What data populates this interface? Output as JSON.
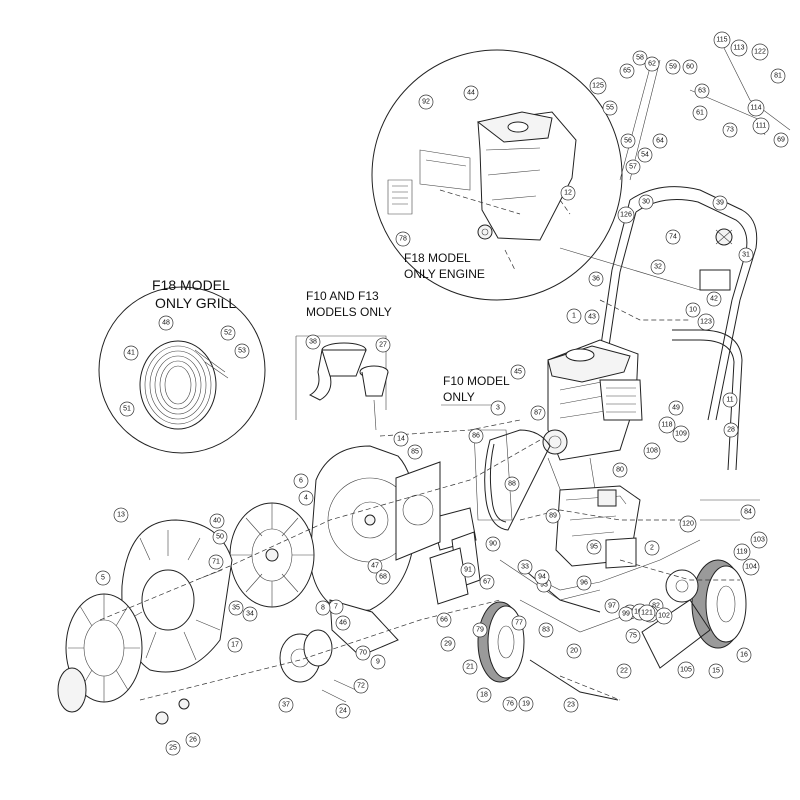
{
  "captions": {
    "f18_grill_1": "F18 MODEL",
    "f18_grill_2": "ONLY GRILL",
    "f18_engine_1": "F18 MODEL",
    "f18_engine_2": "ONLY ENGINE",
    "f10_f13_1": "F10 AND F13",
    "f10_f13_2": "MODELS ONLY",
    "f10_1": "F10 MODEL",
    "f10_2": "ONLY"
  },
  "callouts": [
    "1",
    "2",
    "3",
    "4",
    "5",
    "6",
    "7",
    "8",
    "9",
    "10",
    "11",
    "12",
    "13",
    "14",
    "15",
    "16",
    "17",
    "18",
    "19",
    "20",
    "21",
    "22",
    "23",
    "24",
    "25",
    "26",
    "27",
    "28",
    "29",
    "30",
    "31",
    "32",
    "33",
    "34",
    "35",
    "36",
    "37",
    "38",
    "39",
    "40",
    "41",
    "42",
    "43",
    "44",
    "45",
    "46",
    "47",
    "48",
    "49",
    "50",
    "51",
    "52",
    "53",
    "54",
    "55",
    "56",
    "57",
    "58",
    "59",
    "60",
    "61",
    "62",
    "63",
    "64",
    "65",
    "66",
    "67",
    "68",
    "69",
    "70",
    "71",
    "72",
    "73",
    "74",
    "75",
    "76",
    "77",
    "78",
    "79",
    "80",
    "81",
    "82",
    "83",
    "84",
    "85",
    "86",
    "87",
    "88",
    "89",
    "90",
    "91",
    "92",
    "93",
    "94",
    "95",
    "96",
    "97",
    "98",
    "99",
    "100",
    "101",
    "102",
    "103",
    "104",
    "105",
    "108",
    "109",
    "111",
    "113",
    "114",
    "115",
    "118",
    "119",
    "120",
    "121",
    "122",
    "123",
    "125",
    "126"
  ]
}
